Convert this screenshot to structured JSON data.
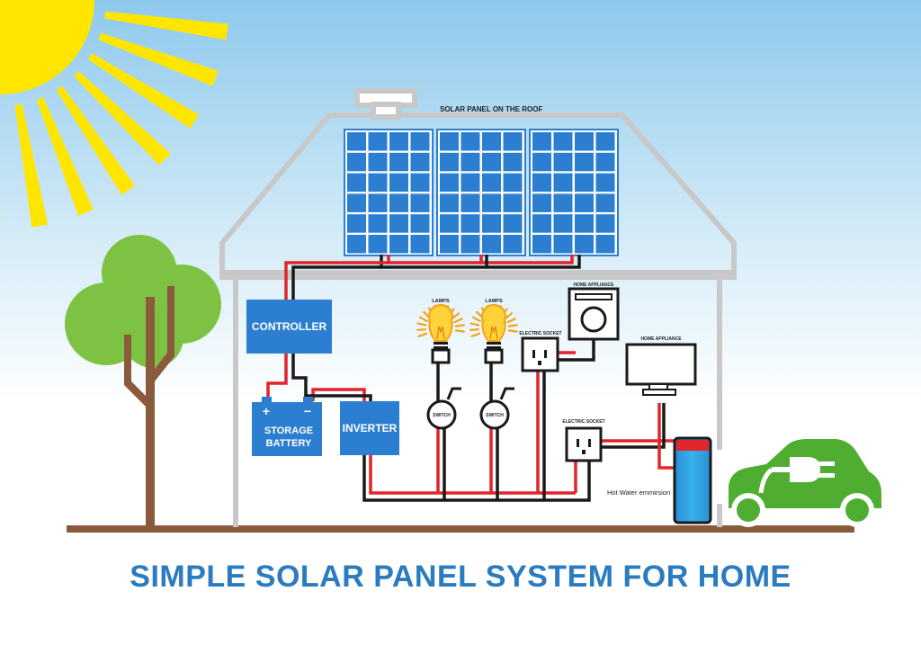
{
  "title": "SIMPLE SOLAR PANEL SYSTEM FOR HOME",
  "labels": {
    "solar_panel": "SOLAR PANEL ON THE ROOF",
    "controller": "CONTROLLER",
    "battery_line1": "STORAGE",
    "battery_line2": "BATTERY",
    "inverter": "INVERTER",
    "lamp_1": "LAMPS",
    "lamp_2": "LAMPS",
    "switch_1": "SWITCH",
    "switch_2": "SWITCH",
    "socket_upper": "ELECTRIC SOCKET",
    "socket_lower": "ELECTRIC SOCKET",
    "appliance_washer": "HOME APPLIANCE",
    "appliance_tv": "HOME APPLIANCE",
    "hot_water": "Hot Water emmirsion",
    "battery_plus": "+",
    "battery_minus": "−"
  },
  "colors": {
    "sky": "#8ec9ec",
    "sun": "#ffe600",
    "house_outline": "#c8c8c8",
    "panel": "#2c7fd0",
    "box": "#2c7fd0",
    "wire_positive": "#e0252b",
    "wire_negative": "#1a1a1a",
    "tree_foliage": "#7dc243",
    "tree_trunk": "#8a5a3c",
    "ground": "#8a5a3c",
    "car": "#4fae32",
    "title": "#2a7bbf"
  },
  "icons": [
    "sun-icon",
    "tree-icon",
    "electric-car-icon",
    "lightbulb-icon",
    "switch-icon",
    "socket-icon",
    "washing-machine-icon",
    "tv-icon",
    "water-heater-icon"
  ]
}
